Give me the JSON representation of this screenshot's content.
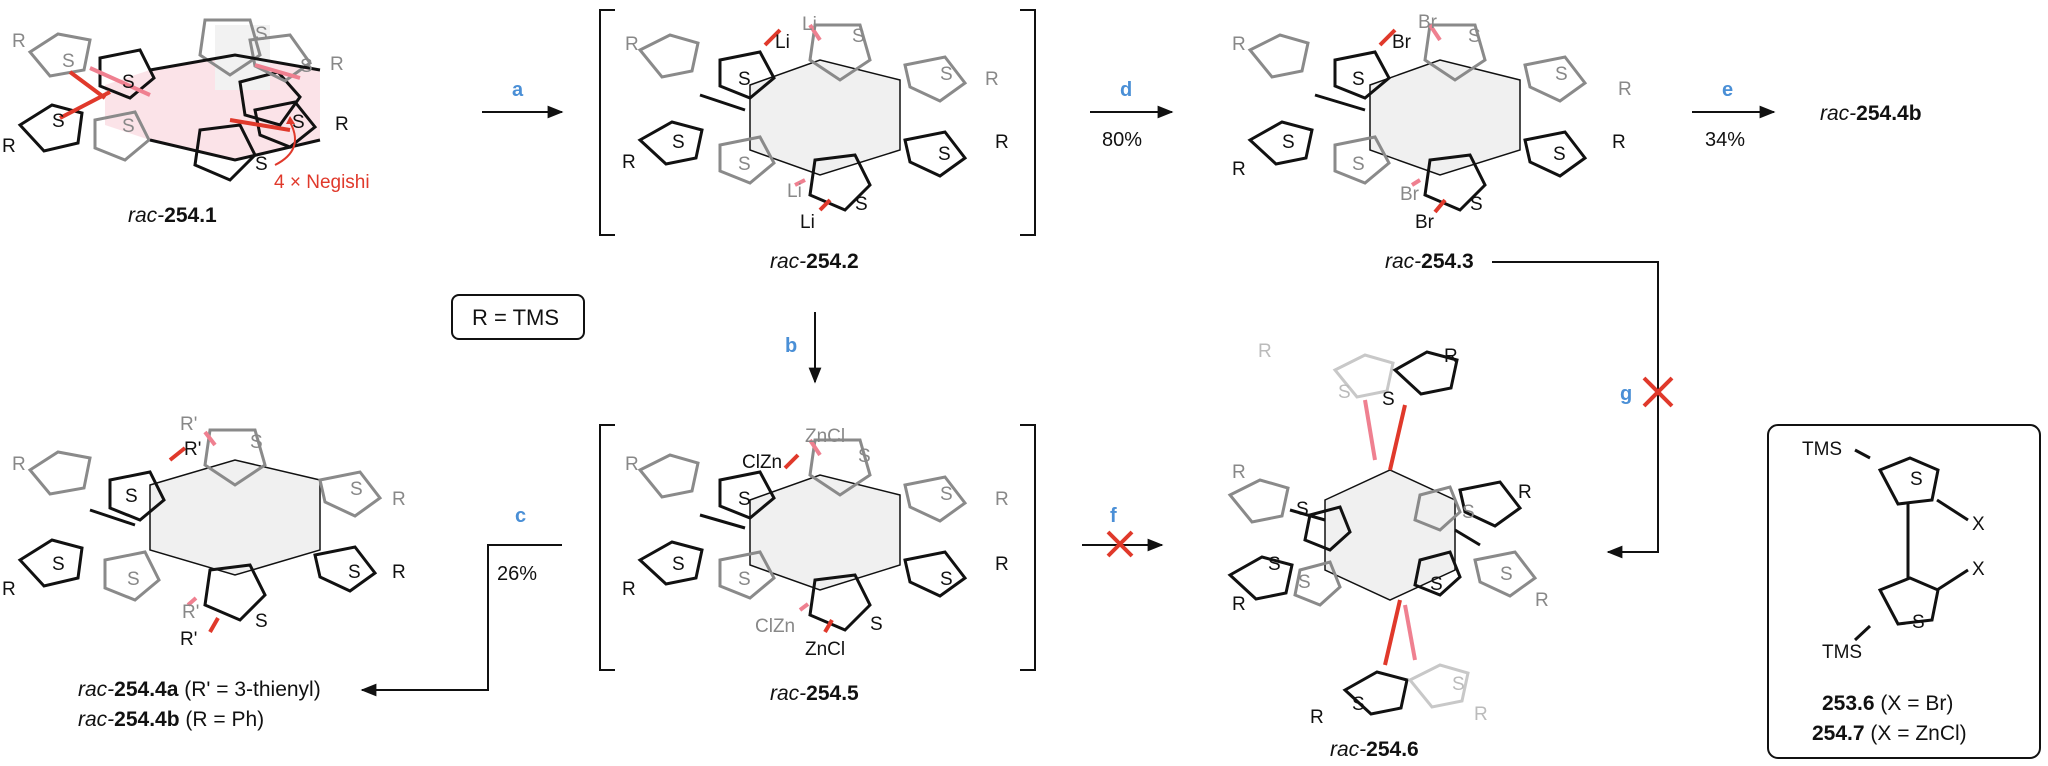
{
  "compounds": {
    "c1": {
      "prefix": "rac-",
      "number": "254.1"
    },
    "c2": {
      "prefix": "rac-",
      "number": "254.2"
    },
    "c3": {
      "prefix": "rac-",
      "number": "254.3"
    },
    "c4b_product": {
      "prefix": "rac-",
      "number": "254.4b"
    },
    "c5": {
      "prefix": "rac-",
      "number": "254.5"
    },
    "c6": {
      "prefix": "rac-",
      "number": "254.6"
    },
    "c4a": {
      "prefix": "rac-",
      "number": "254.4a",
      "suffix": " (R' = 3-thienyl)"
    },
    "c4b": {
      "prefix": "rac-",
      "number": "254.4b",
      "suffix": " (R = Ph)"
    }
  },
  "annotation": "4 × Negishi",
  "r_definition": "R = TMS",
  "steps": {
    "a": {
      "letter": "a",
      "yield": ""
    },
    "b": {
      "letter": "b",
      "yield": ""
    },
    "c": {
      "letter": "c",
      "yield": "26%"
    },
    "d": {
      "letter": "d",
      "yield": "80%"
    },
    "e": {
      "letter": "e",
      "yield": "34%"
    },
    "f": {
      "letter": "f",
      "yield": ""
    },
    "g": {
      "letter": "g",
      "yield": ""
    }
  },
  "atoms": {
    "S": "S",
    "R": "R",
    "Rp": "R'",
    "Li": "Li",
    "Br": "Br",
    "ZnCl": "ZnCl",
    "ClZn": "ClZn",
    "TMS": "TMS",
    "X": "X"
  },
  "inset": {
    "top_sub": "TMS",
    "bottom_sub": "TMS",
    "x": "X",
    "line1_number": "253.6",
    "line1_suffix": " (X = Br)",
    "line2_number": "254.7",
    "line2_suffix": " (X = ZnCl)"
  },
  "colors": {
    "step_label": "#4a8fd6",
    "highlight_red": "#e0392b",
    "highlight_pink": "#ef8090",
    "core_fill": "#f0f0f0",
    "core_fill_pink": "#fbe3e8"
  }
}
